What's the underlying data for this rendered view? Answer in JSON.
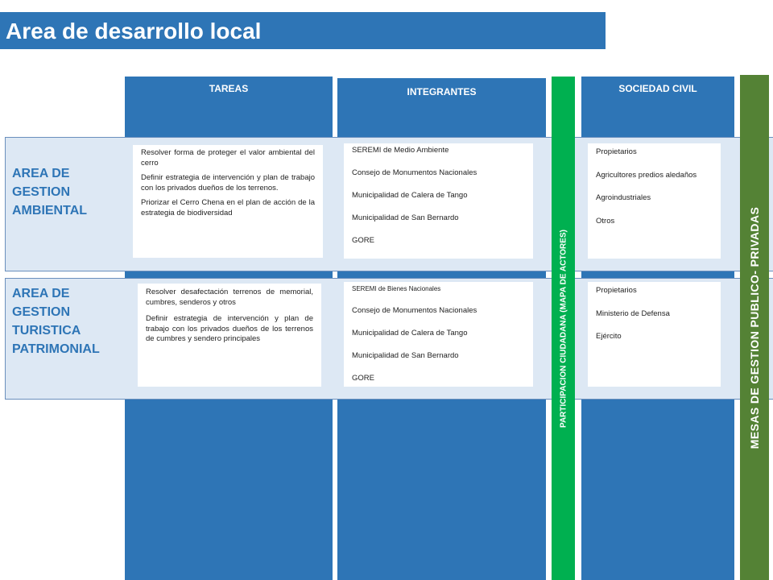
{
  "title": "Area de desarrollo local",
  "columns": {
    "tareas": "TAREAS",
    "integrantes": "INTEGRANTES",
    "sociedad_civil": "SOCIEDAD CIVIL"
  },
  "vertical_bars": {
    "participacion": "PARTICIPACION CIUDADANA (MAPA DE ACTORES)",
    "mesas": "MESAS DE GESTION PUBLICO- PRIVADAS"
  },
  "rows": [
    {
      "label": [
        "AREA DE",
        "GESTION",
        "AMBIENTAL"
      ],
      "tareas": [
        "Resolver forma de proteger el valor ambiental del cerro",
        "Definir estrategia de intervención y plan de trabajo con los privados dueños de los terrenos.",
        "Priorizar el Cerro Chena en el plan de acción de la estrategia de biodiversidad"
      ],
      "integrantes": [
        "SEREMI de Medio Ambiente",
        "Consejo de Monumentos Nacionales",
        "Municipalidad de Calera de Tango",
        "Municipalidad de San Bernardo",
        "GORE"
      ],
      "sociedad_civil": [
        "Propietarios",
        "Agricultores predios aledaños",
        "Agroindustriales",
        "Otros"
      ]
    },
    {
      "label": [
        "AREA DE",
        "GESTION",
        "TURISTICA",
        "PATRIMONIAL"
      ],
      "tareas": [
        "Resolver desafectación terrenos de memorial, cumbres, senderos y otros",
        "Definir estrategia de intervención y plan de trabajo con los privados dueños de los terrenos de cumbres y sendero principales"
      ],
      "integrantes": [
        "SEREMI de Bienes Nacionales",
        "Consejo de Monumentos Nacionales",
        "Municipalidad de Calera de Tango",
        "Municipalidad de San Bernardo",
        "GORE"
      ],
      "sociedad_civil": [
        "Propietarios",
        "Ministerio de Defensa",
        "Ejército"
      ]
    }
  ]
}
